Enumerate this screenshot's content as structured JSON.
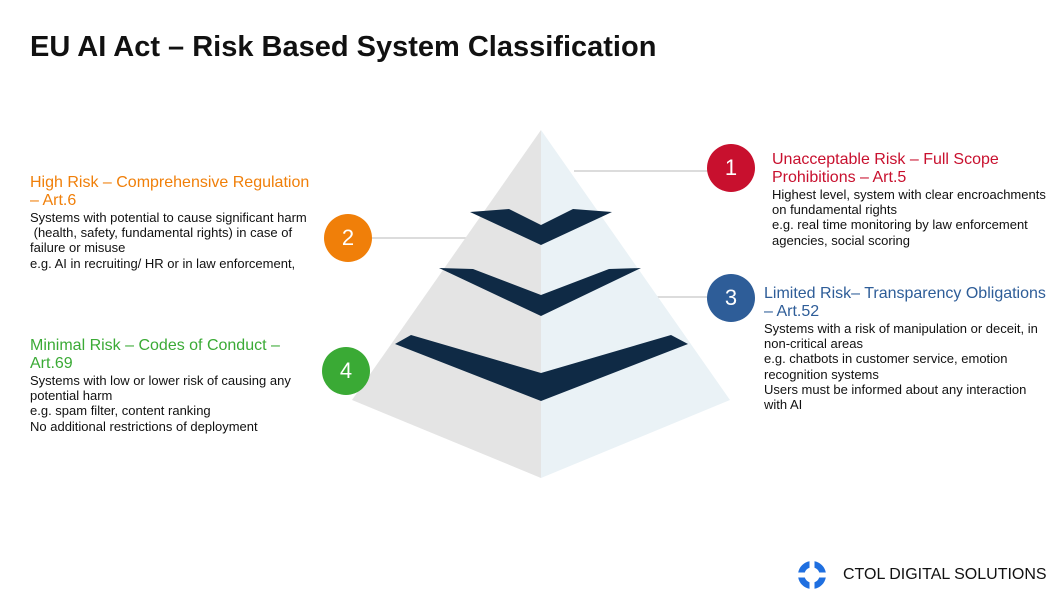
{
  "title": "EU AI Act – Risk Based System Classification",
  "colors": {
    "unacceptable": "#c8102e",
    "high": "#f07f09",
    "limited": "#2e5d98",
    "minimal": "#3aaa35",
    "band": "#0f2a45",
    "pyramid_left": "#e4e4e4",
    "pyramid_right": "#eaf2f6",
    "connector": "#c8c8c8"
  },
  "levels": [
    {
      "number": "1",
      "heading": [
        "Unacceptable Risk – Full Scope",
        "Prohibitions – Art.5"
      ],
      "body": [
        "Highest level, system with clear encroachments",
        "on fundamental rights",
        "e.g. real time monitoring by law enforcement",
        "agencies, social scoring"
      ]
    },
    {
      "number": "2",
      "heading": [
        "High Risk – Comprehensive Regulation",
        "– Art.6"
      ],
      "body": [
        "Systems with potential to cause significant harm",
        " (health, safety, fundamental rights) in case of",
        "failure or misuse",
        "e.g. AI in recruiting/ HR or in law enforcement,"
      ]
    },
    {
      "number": "3",
      "heading": [
        "Limited Risk– Transparency Obligations",
        "– Art.52"
      ],
      "body": [
        "Systems with a risk of manipulation or deceit, in",
        "non-critical areas",
        "e.g. chatbots in customer service, emotion",
        "recognition systems",
        "Users must be informed about any interaction",
        "with AI"
      ]
    },
    {
      "number": "4",
      "heading": [
        "Minimal Risk – Codes of Conduct –",
        "Art.69"
      ],
      "body": [
        "Systems with low or lower risk of causing any",
        "potential harm",
        "e.g. spam filter, content ranking",
        "No additional restrictions of deployment"
      ]
    }
  ],
  "brand": {
    "name": "CTOL DIGITAL SOLUTIONS",
    "logo_icon": "ctol-logo-icon"
  }
}
